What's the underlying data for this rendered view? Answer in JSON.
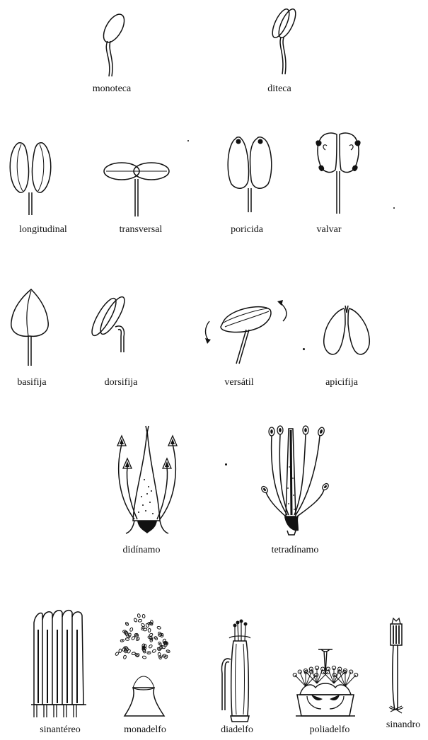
{
  "figures": [
    {
      "id": "monoteca",
      "label": "monoteca"
    },
    {
      "id": "diteca",
      "label": "diteca"
    },
    {
      "id": "longitudinal",
      "label": "longitudinal"
    },
    {
      "id": "transversal",
      "label": "transversal"
    },
    {
      "id": "poricida",
      "label": "poricida"
    },
    {
      "id": "valvar",
      "label": "valvar"
    },
    {
      "id": "basifija",
      "label": "basifija"
    },
    {
      "id": "dorsifija",
      "label": "dorsifija"
    },
    {
      "id": "versatil",
      "label": "versátil"
    },
    {
      "id": "apicifija",
      "label": "apicifija"
    },
    {
      "id": "didinamo",
      "label": "didínamo"
    },
    {
      "id": "tetradinamo",
      "label": "tetradínamo"
    },
    {
      "id": "sinantereo",
      "label": "sinantéreo"
    },
    {
      "id": "monadelfo",
      "label": "monadelfo"
    },
    {
      "id": "diadelfo",
      "label": "diadelfo"
    },
    {
      "id": "poliadelfo",
      "label": "poliadelfo"
    },
    {
      "id": "sinandro",
      "label": "sinandro"
    }
  ],
  "colors": {
    "ink": "#111111",
    "paper": "#ffffff"
  }
}
